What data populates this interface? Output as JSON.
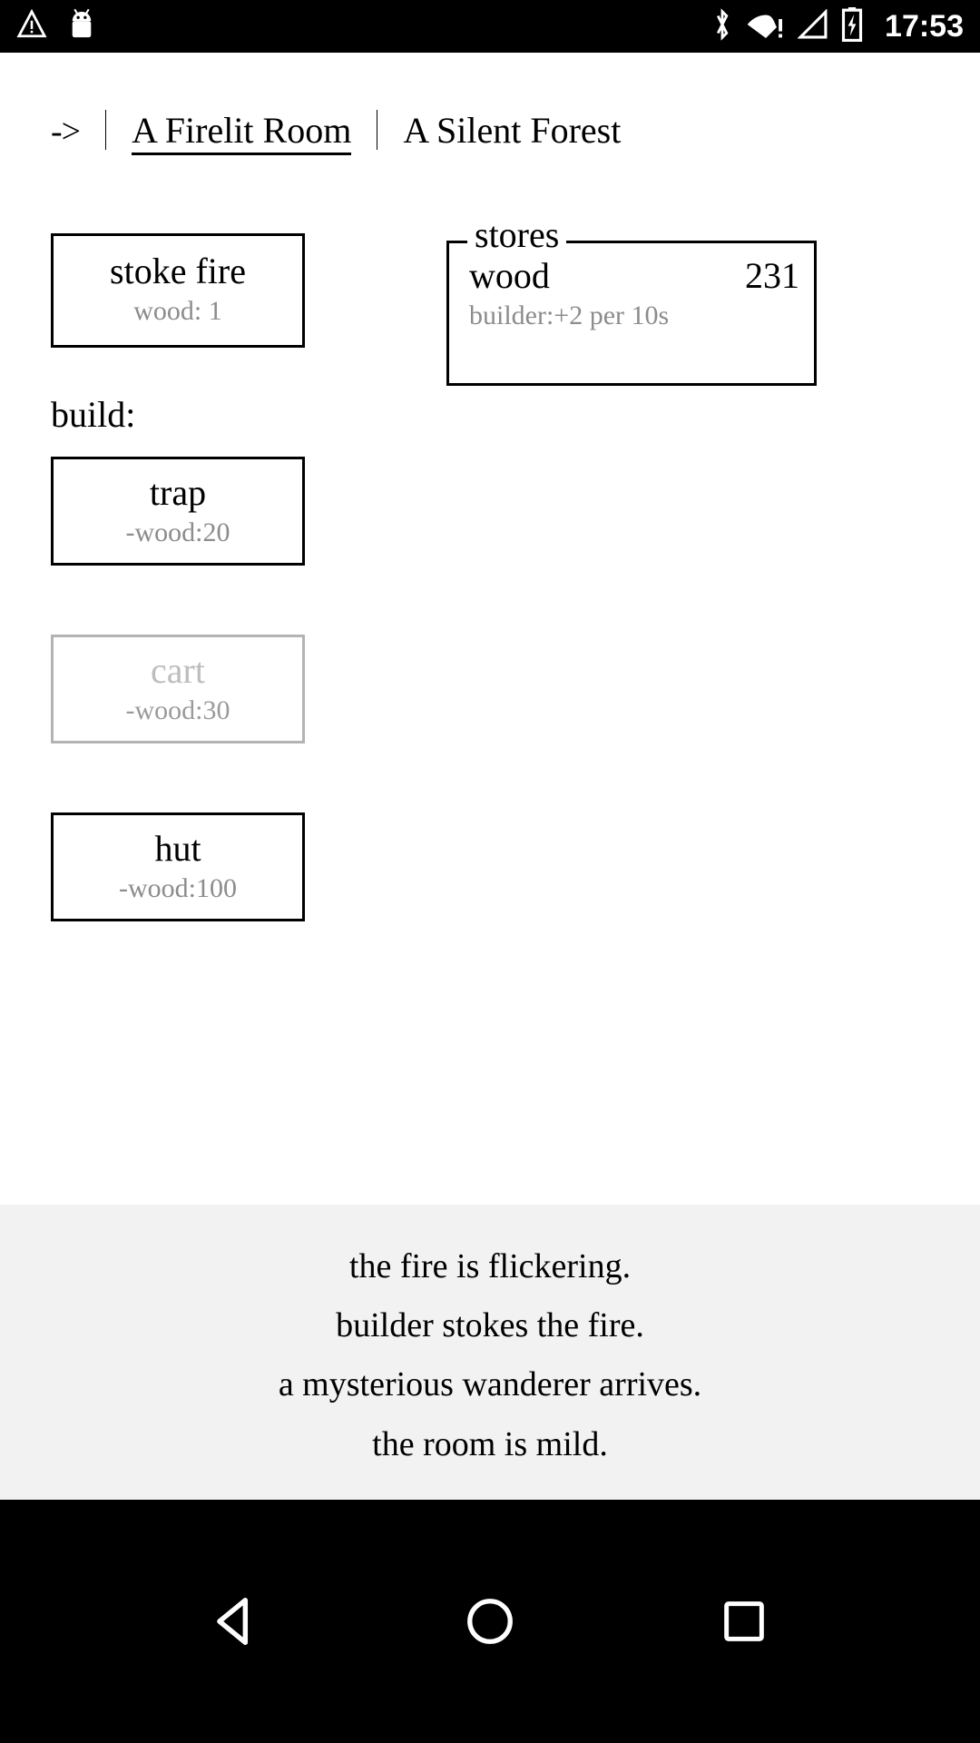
{
  "status_bar": {
    "icons_left": [
      "warning-triangle-icon",
      "android-robot-icon"
    ],
    "icons_right": [
      "bluetooth-icon",
      "wifi-warning-icon",
      "cellular-signal-icon",
      "battery-charging-icon"
    ],
    "time": "17:53"
  },
  "header": {
    "arrow": "->",
    "locations": [
      {
        "label": "A Firelit Room",
        "active": true
      },
      {
        "label": "A Silent Forest",
        "active": false
      }
    ]
  },
  "actions": {
    "stoke": {
      "label": "stoke fire",
      "cost": "wood: 1",
      "disabled": false
    }
  },
  "build": {
    "label": "build:",
    "items": [
      {
        "label": "trap",
        "cost": "-wood:20",
        "disabled": false
      },
      {
        "label": "cart",
        "cost": "-wood:30",
        "disabled": true
      },
      {
        "label": "hut",
        "cost": "-wood:100",
        "disabled": false
      }
    ]
  },
  "stores": {
    "legend": "stores",
    "rows": [
      {
        "name": "wood",
        "value": "231",
        "note": "builder:+2 per 10s"
      }
    ]
  },
  "notifications": {
    "messages": [
      "the fire is flickering.",
      "builder stokes the fire.",
      "a mysterious wanderer arrives.",
      "the room is mild."
    ]
  },
  "nav_bar": {
    "buttons": [
      "back-icon",
      "home-icon",
      "recents-icon"
    ]
  },
  "colors": {
    "background": "#ffffff",
    "text": "#000000",
    "muted": "#8c8c8c",
    "disabled": "#bdbdbd",
    "log_background": "#f2f2f2",
    "system_bar": "#000000"
  }
}
